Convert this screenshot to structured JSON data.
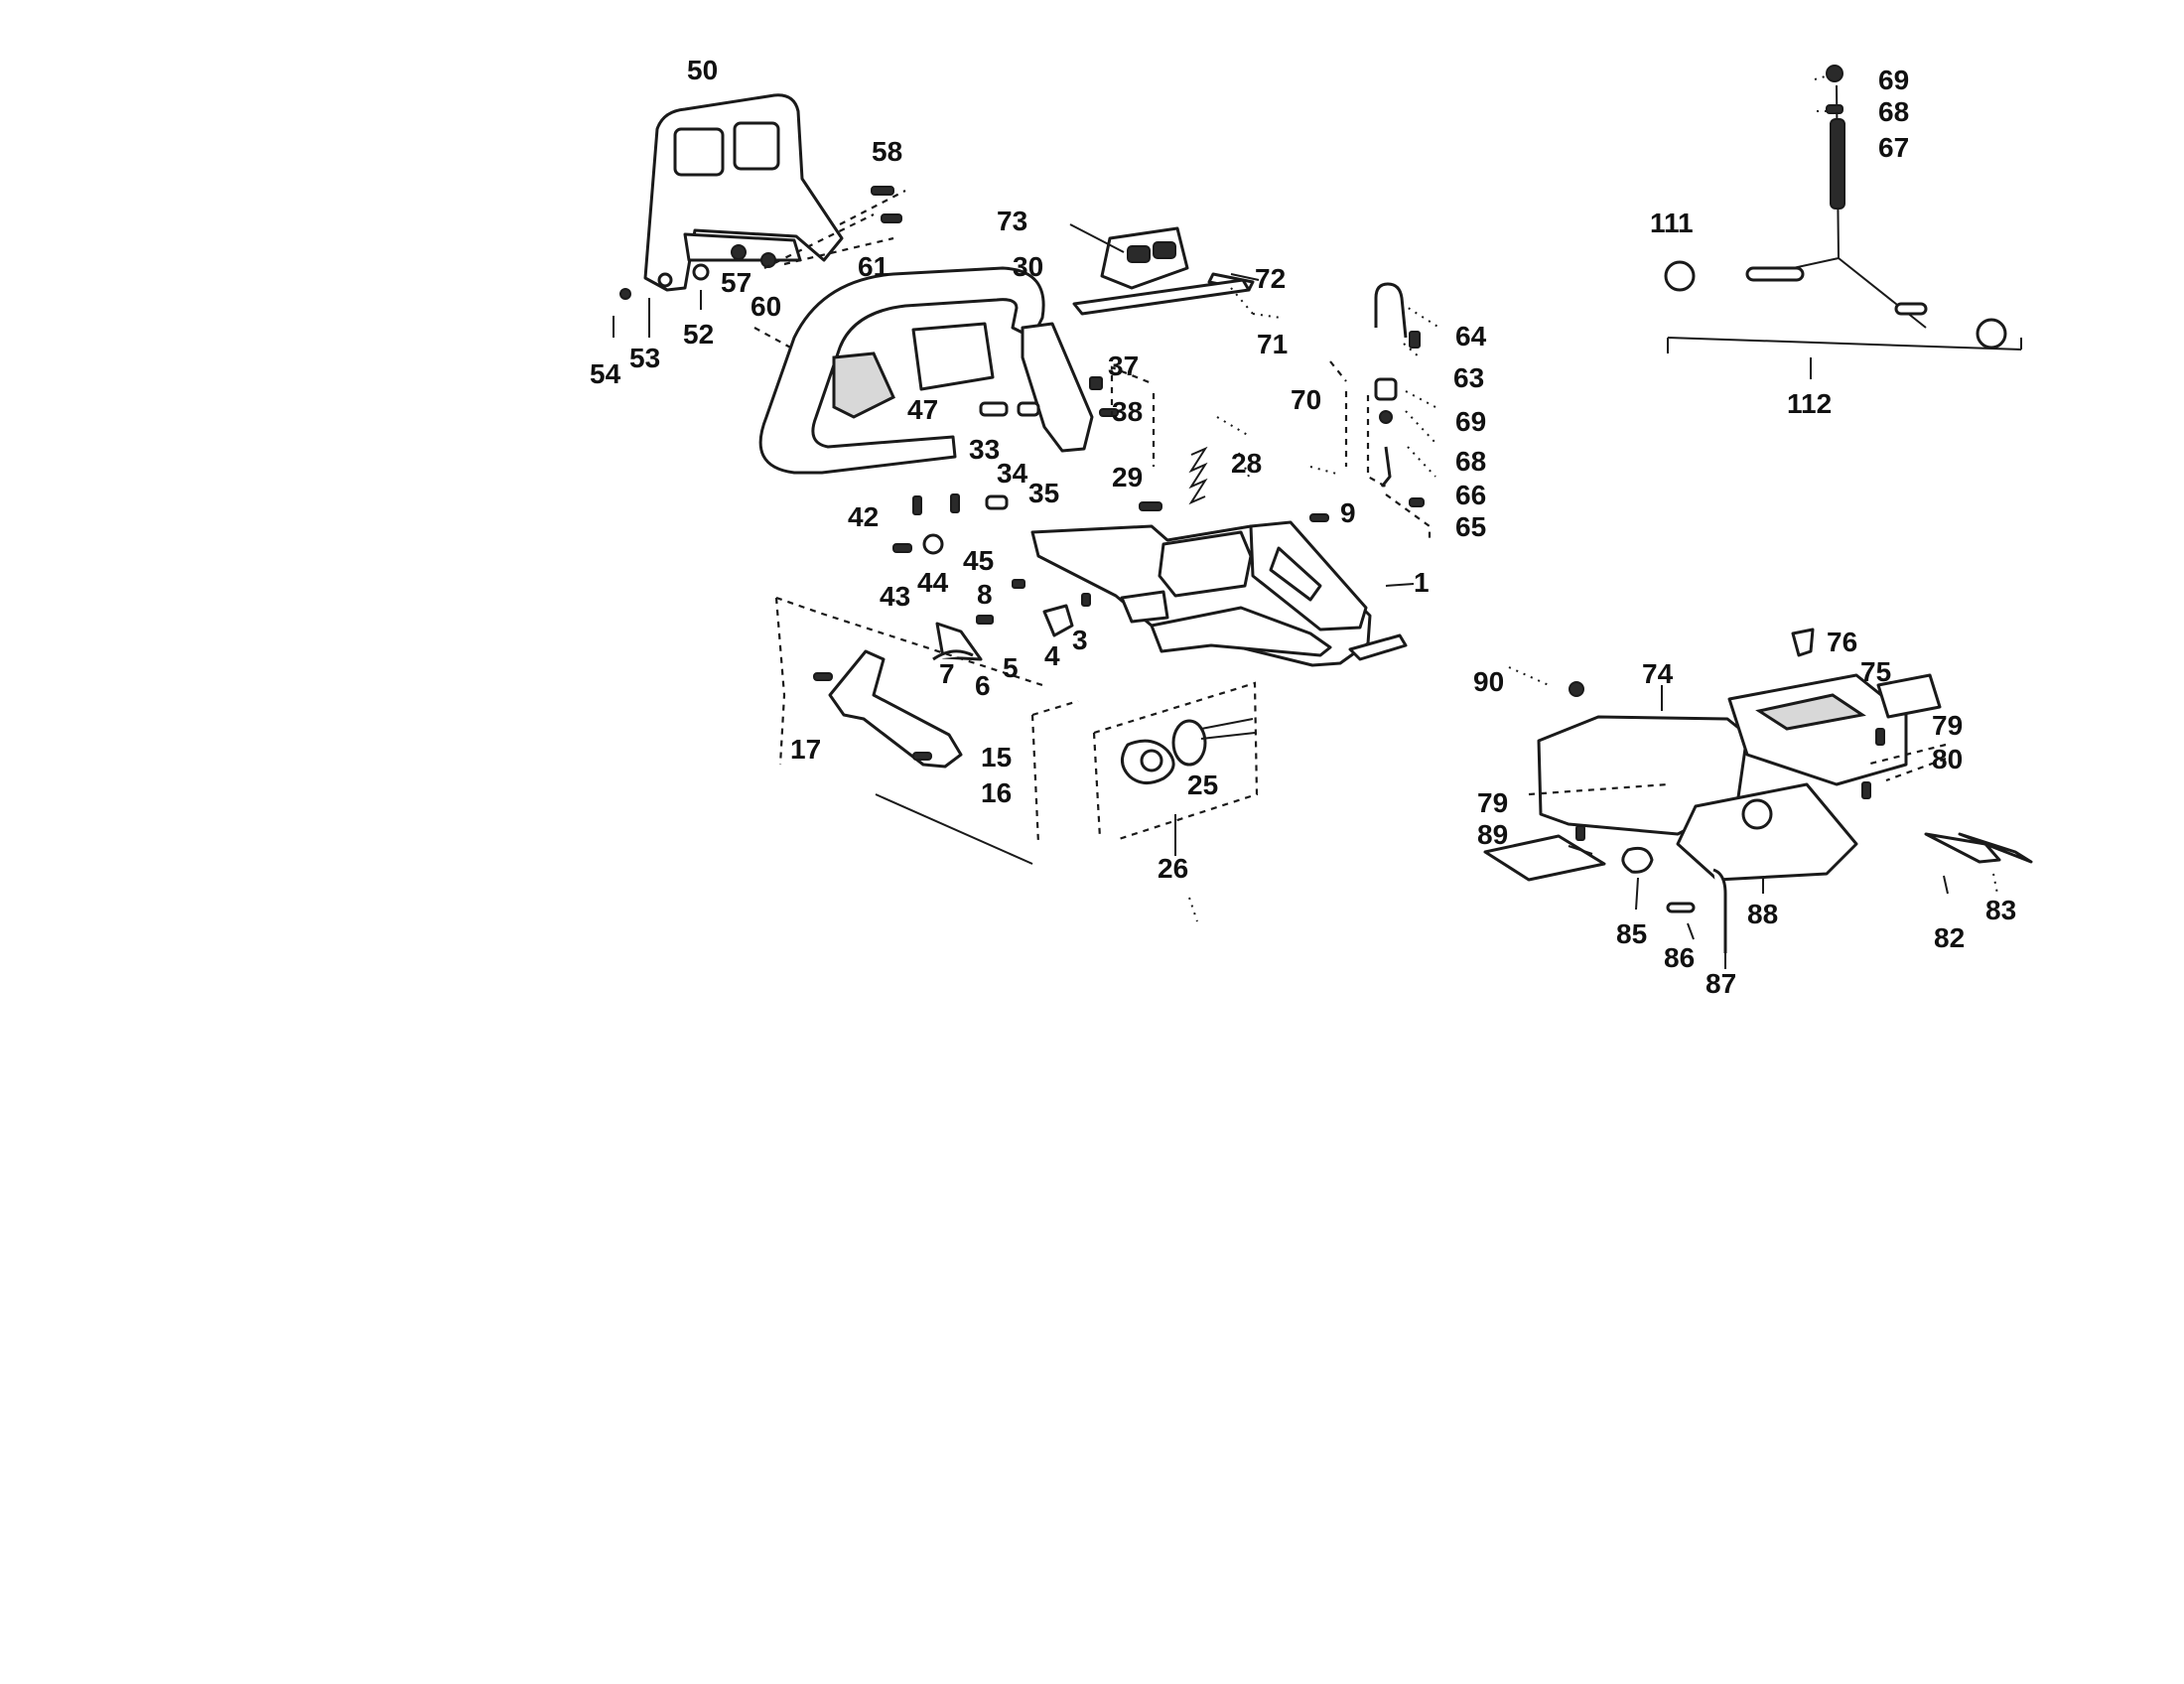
{
  "diagram": {
    "callouts": [
      {
        "key": "c50",
        "text": "50"
      },
      {
        "key": "c58",
        "text": "58"
      },
      {
        "key": "c73",
        "text": "73"
      },
      {
        "key": "c30",
        "text": "30"
      },
      {
        "key": "c72",
        "text": "72"
      },
      {
        "key": "c61",
        "text": "61"
      },
      {
        "key": "c57",
        "text": "57"
      },
      {
        "key": "c60",
        "text": "60"
      },
      {
        "key": "c71",
        "text": "71"
      },
      {
        "key": "c54",
        "text": "54"
      },
      {
        "key": "c53",
        "text": "53"
      },
      {
        "key": "c52",
        "text": "52"
      },
      {
        "key": "c64",
        "text": "64"
      },
      {
        "key": "c63",
        "text": "63"
      },
      {
        "key": "c37",
        "text": "37"
      },
      {
        "key": "c70",
        "text": "70"
      },
      {
        "key": "c69a",
        "text": "69"
      },
      {
        "key": "c47",
        "text": "47"
      },
      {
        "key": "c38",
        "text": "38"
      },
      {
        "key": "c33",
        "text": "33"
      },
      {
        "key": "c68a",
        "text": "68"
      },
      {
        "key": "c28",
        "text": "28"
      },
      {
        "key": "c34",
        "text": "34"
      },
      {
        "key": "c35",
        "text": "35"
      },
      {
        "key": "c29",
        "text": "29"
      },
      {
        "key": "c66",
        "text": "66"
      },
      {
        "key": "c42",
        "text": "42"
      },
      {
        "key": "c9",
        "text": "9"
      },
      {
        "key": "c65",
        "text": "65"
      },
      {
        "key": "c45",
        "text": "45"
      },
      {
        "key": "c43",
        "text": "43"
      },
      {
        "key": "c44",
        "text": "44"
      },
      {
        "key": "c8",
        "text": "8"
      },
      {
        "key": "c1",
        "text": "1"
      },
      {
        "key": "c3",
        "text": "3"
      },
      {
        "key": "c4",
        "text": "4"
      },
      {
        "key": "c7",
        "text": "7"
      },
      {
        "key": "c5",
        "text": "5"
      },
      {
        "key": "c6",
        "text": "6"
      },
      {
        "key": "c17",
        "text": "17"
      },
      {
        "key": "c15",
        "text": "15"
      },
      {
        "key": "c16",
        "text": "16"
      },
      {
        "key": "c25",
        "text": "25"
      },
      {
        "key": "c26",
        "text": "26"
      },
      {
        "key": "c69b",
        "text": "69"
      },
      {
        "key": "c68b",
        "text": "68"
      },
      {
        "key": "c67",
        "text": "67"
      },
      {
        "key": "c111",
        "text": "111"
      },
      {
        "key": "c112",
        "text": "112"
      },
      {
        "key": "c76",
        "text": "76"
      },
      {
        "key": "c90",
        "text": "90"
      },
      {
        "key": "c74",
        "text": "74"
      },
      {
        "key": "c75",
        "text": "75"
      },
      {
        "key": "c79a",
        "text": "79"
      },
      {
        "key": "c80",
        "text": "80"
      },
      {
        "key": "c79b",
        "text": "79"
      },
      {
        "key": "c89",
        "text": "89"
      },
      {
        "key": "c85",
        "text": "85"
      },
      {
        "key": "c88",
        "text": "88"
      },
      {
        "key": "c82",
        "text": "82"
      },
      {
        "key": "c83",
        "text": "83"
      },
      {
        "key": "c86",
        "text": "86"
      },
      {
        "key": "c87",
        "text": "87"
      }
    ]
  }
}
